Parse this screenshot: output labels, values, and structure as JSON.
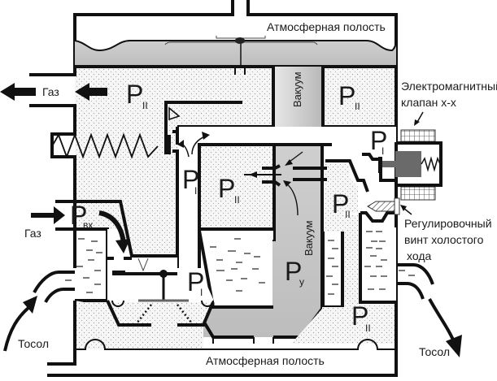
{
  "diagram": {
    "subject": "Gas reducer (LPG evaporator-regulator) schematic",
    "labels": {
      "atmospheric_top": "Атмосферная полость",
      "atmospheric_bottom": "Атмосферная полость",
      "gas_out": "Газ",
      "gas_in": "Газ",
      "coolant_in": "Тосол",
      "coolant_out": "Тосол",
      "vacuum_top": "Вакуум",
      "vacuum_mid": "Вакуум",
      "solenoid_line1": "Электромагнитный",
      "solenoid_line2": "клапан х-х",
      "screw_line1": "Регулировочный",
      "screw_line2": "винт холостого",
      "screw_line3": "хода"
    },
    "pressures": {
      "p2_main": {
        "base": "P",
        "sub": "II"
      },
      "p2_right_top": {
        "base": "P",
        "sub": "II"
      },
      "p2_center": {
        "base": "P",
        "sub": "II"
      },
      "p2_right_mid": {
        "base": "P",
        "sub": "II"
      },
      "p2_bottom_right": {
        "base": "P",
        "sub": "II"
      },
      "p1_channel": {
        "base": "P",
        "sub": "I"
      },
      "p1_solenoid": {
        "base": "P",
        "sub": "I"
      },
      "p1_lower": {
        "base": "P",
        "sub": "I"
      },
      "p_in": {
        "base": "P",
        "sub": "вх"
      },
      "p_y": {
        "base": "P",
        "sub": "у"
      }
    },
    "colors": {
      "wall": "#111111",
      "vacuum_fill": "#c8c8c8",
      "vacuum_light": "#e6e6e6",
      "stipple": "#f4f4f4",
      "coolant": "#ffffff",
      "solenoid_core": "#6a6a6a"
    }
  }
}
